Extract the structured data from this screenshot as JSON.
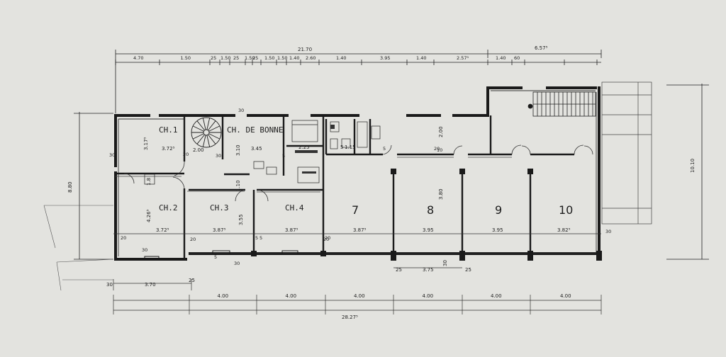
{
  "sheet": {
    "top_dims": {
      "total": "21.70",
      "annex": "6.57⁵",
      "segments": [
        "4.70",
        "1.50",
        "25",
        "1.50",
        "25",
        "1.50",
        "25",
        "1.50",
        "1.50",
        "1.40",
        "2.60",
        "1.40",
        "3.95",
        "1.40",
        "2.57⁵",
        "1.40",
        "60"
      ]
    },
    "bottom_dims": {
      "left_a": "30",
      "left_b": "3.70",
      "left_c": "25",
      "modules": [
        "4.00",
        "4.00",
        "4.00",
        "4.00",
        "4.00",
        "4.00"
      ],
      "total": "28.27⁵",
      "between_a": "25",
      "between_b": "3.75",
      "between_c": "30",
      "between_d": "25"
    },
    "side_dims": {
      "left": "8.80",
      "right": "10.10"
    },
    "rooms": {
      "ch1": "CH.1",
      "ch_bonne": "CH. DE BONNE",
      "ch2": "CH.2",
      "ch3": "CH.3",
      "ch4": "CH.4",
      "r7": "7",
      "r8": "8",
      "r9": "9",
      "r10": "10"
    },
    "room_dims": {
      "ch1_w": "3.72⁵",
      "ch1_h": "3.17⁵",
      "bonne_w": "3.45",
      "bonne_h": "3.10",
      "stair_w": "2.00",
      "bath_w": "2.25",
      "wc_a": "1.15",
      "wc_b": "5",
      "ch2_w": "3.72⁵",
      "ch2_h": "4.26⁵",
      "ch3_w": "3.87⁵",
      "ch3_h": "3.55",
      "ch4_w": "3.87⁵",
      "r7_w": "3.87⁵",
      "r8_w": "3.95",
      "r9_w": "3.95",
      "r10_w": "3.82⁵",
      "r8_h": "3.80",
      "corr_h": "2.00",
      "hall_h": "1.10",
      "small_a": "1.8"
    },
    "wall_marks": [
      "30",
      "30",
      "20",
      "20",
      "20",
      "5",
      "5",
      "5",
      "30",
      "30",
      "30",
      "20",
      "20",
      "20",
      "5",
      "5",
      "10",
      "30"
    ]
  }
}
